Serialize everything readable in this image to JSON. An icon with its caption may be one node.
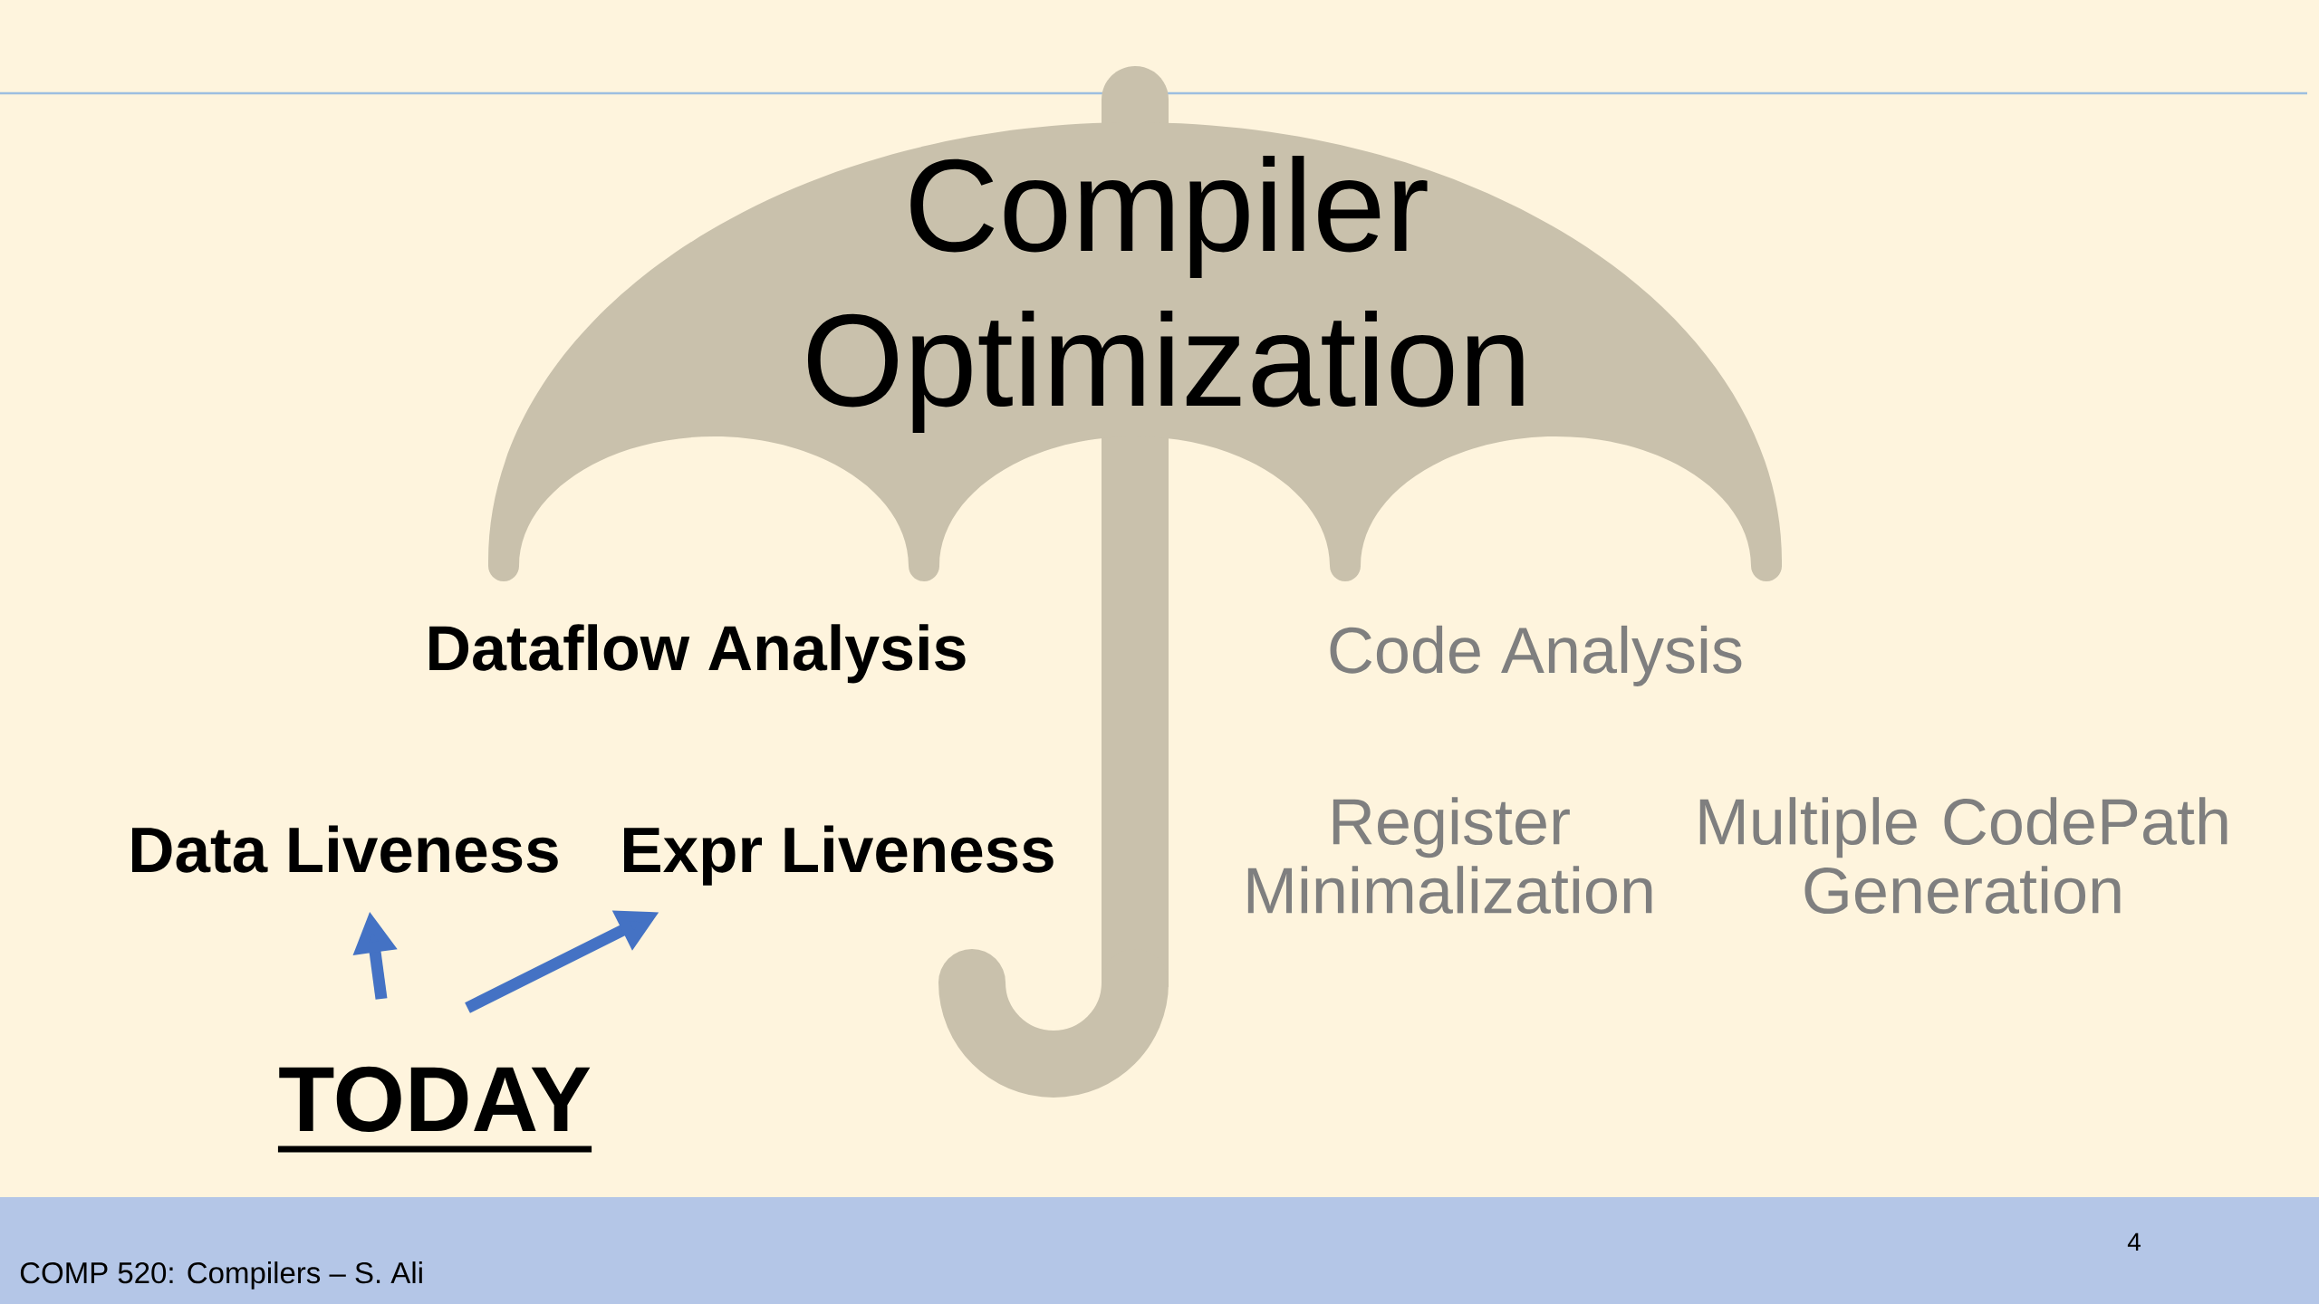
{
  "diagram": {
    "nodes": [
      {
        "text": [
          "Compiler Optimization"
        ]
      },
      {
        "text": [
          "Dataflow Analysis"
        ]
      },
      {
        "text": [
          "Code Analysis"
        ]
      },
      {
        "text": [
          "Data Liveness"
        ]
      },
      {
        "text": [
          "Expr Liveness"
        ]
      },
      {
        "text": [
          "Register Minimalization"
        ]
      },
      {
        "text": [
          "Multiple CodePath Generation"
        ]
      },
      {
        "text": [
          "TODAY"
        ]
      }
    ],
    "edges": [
      {
        "from": 7,
        "to": 3,
        "arrow": "to"
      },
      {
        "from": 7,
        "to": 4,
        "arrow": "to"
      }
    ],
    "labels": [
      "COMP 520: Compilers – S. Ali",
      "4"
    ]
  }
}
